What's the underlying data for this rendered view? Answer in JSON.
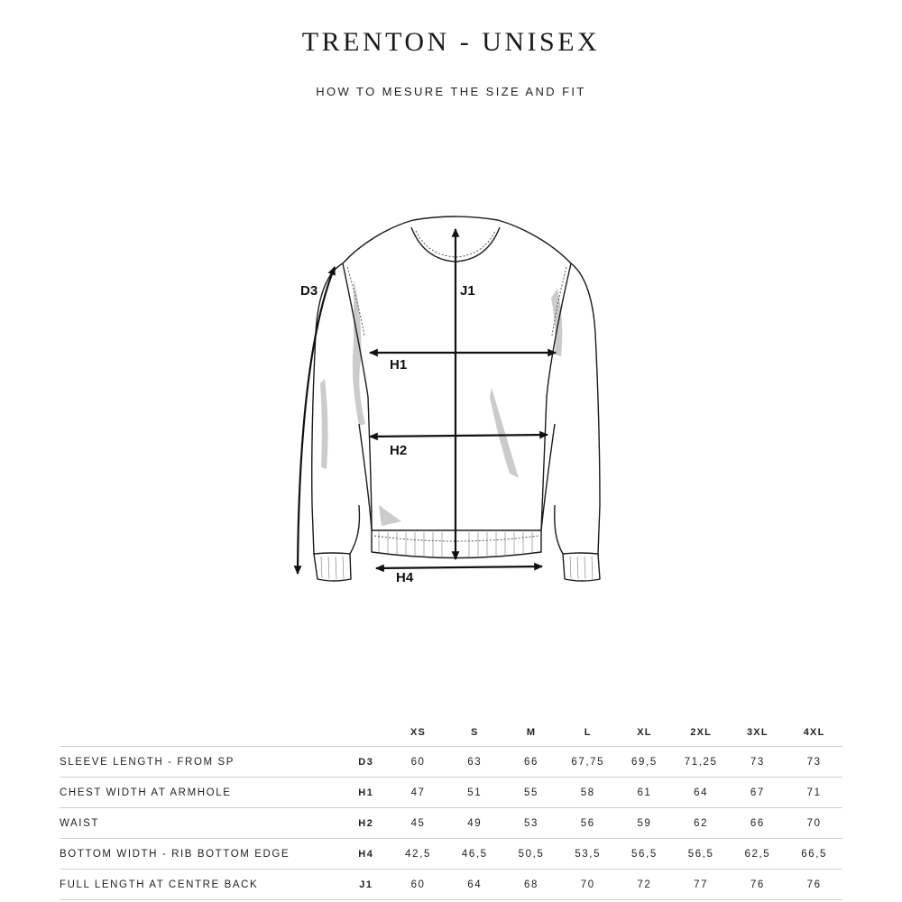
{
  "header": {
    "title": "TRENTON - UNISEX",
    "subtitle": "HOW TO MESURE THE SIZE AND FIT"
  },
  "illustration": {
    "labels": {
      "d3": "D3",
      "j1": "J1",
      "h1": "H1",
      "h2": "H2",
      "h4": "H4"
    }
  },
  "table": {
    "sizes": [
      "XS",
      "S",
      "M",
      "L",
      "XL",
      "2XL",
      "3XL",
      "4XL"
    ],
    "rows": [
      {
        "name": "SLEEVE LENGTH - FROM SP",
        "code": "D3",
        "values": [
          "60",
          "63",
          "66",
          "67,75",
          "69,5",
          "71,25",
          "73",
          "73"
        ]
      },
      {
        "name": "CHEST WIDTH AT ARMHOLE",
        "code": "H1",
        "values": [
          "47",
          "51",
          "55",
          "58",
          "61",
          "64",
          "67",
          "71"
        ]
      },
      {
        "name": "WAIST",
        "code": "H2",
        "values": [
          "45",
          "49",
          "53",
          "56",
          "59",
          "62",
          "66",
          "70"
        ]
      },
      {
        "name": "BOTTOM WIDTH - RIB BOTTOM EDGE",
        "code": "H4",
        "values": [
          "42,5",
          "46,5",
          "50,5",
          "53,5",
          "56,5",
          "56,5",
          "62,5",
          "66,5"
        ]
      },
      {
        "name": "FULL LENGTH AT CENTRE BACK",
        "code": "J1",
        "values": [
          "60",
          "64",
          "68",
          "70",
          "72",
          "77",
          "76",
          "76"
        ]
      }
    ]
  }
}
